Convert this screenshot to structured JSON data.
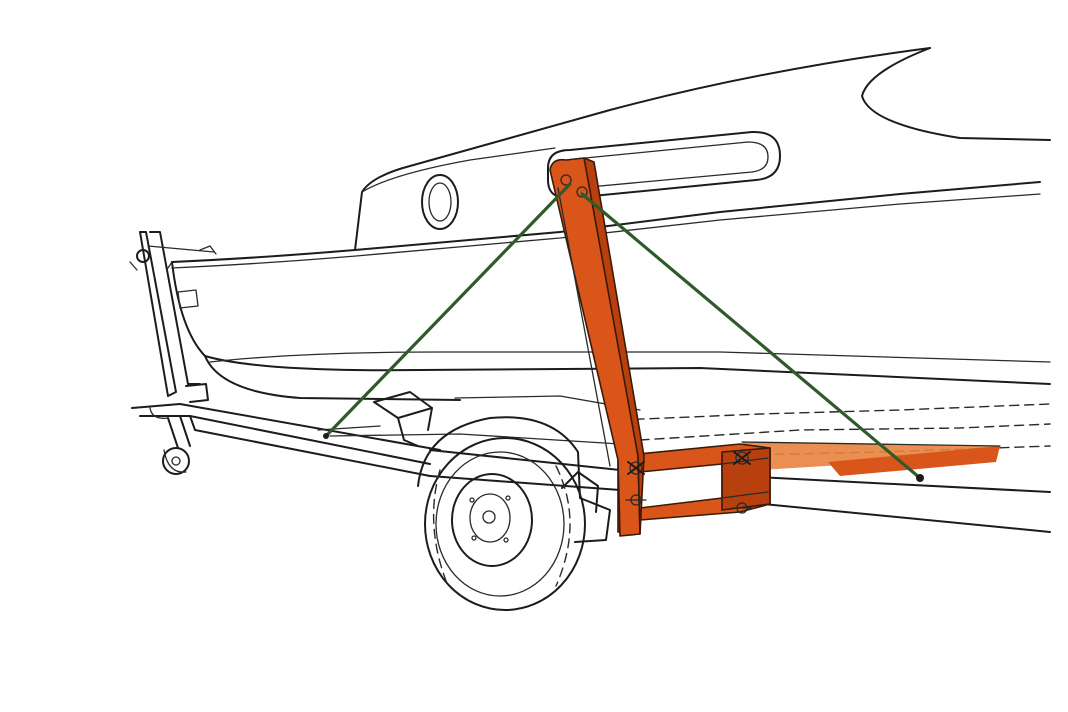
{
  "colors": {
    "paper": "#ffffff",
    "ink": "#1c1c1c",
    "wood_support": "#d9551a",
    "wood_support_dark": "#b8400f",
    "crossbar_tint": "#e8823f",
    "tie_down_strap": "#2f5a2a"
  },
  "components": [
    "boat-hull",
    "boat-cabin",
    "porthole",
    "cabin-window",
    "trailer-frame",
    "trailer-wheel",
    "wheel-fender",
    "winch-post",
    "jockey-wheel",
    "hull-roller-pad",
    "wooden-support-post",
    "wooden-crossbar",
    "wing-nut-clamps",
    "tie-down-straps"
  ]
}
